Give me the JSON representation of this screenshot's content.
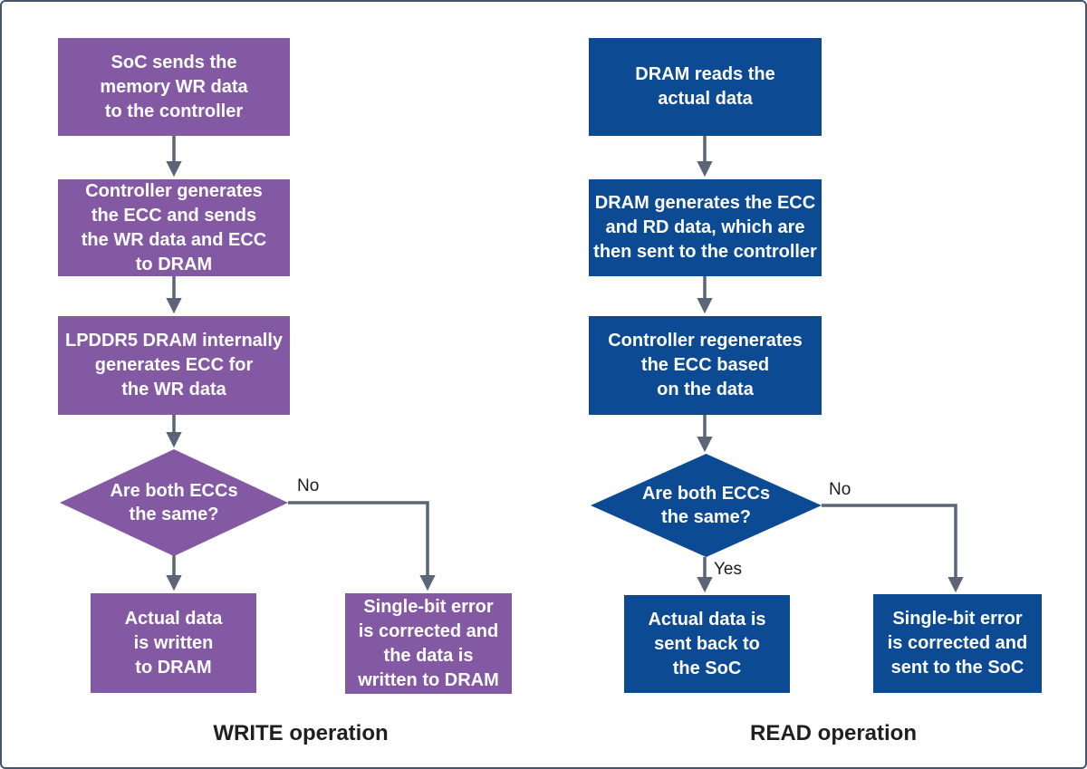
{
  "diagram": {
    "title_hint": "LPDDR5 DRAM ECC flow",
    "colors": {
      "write_box": "#8459a4",
      "read_box": "#0d4a94",
      "arrow": "#5b6577",
      "frame_border": "#44546a",
      "box_text": "#ffffff",
      "label_text": "#1c1c1c",
      "background": "#ffffff"
    },
    "write": {
      "caption": "WRITE operation",
      "steps": [
        "SoC sends the\nmemory WR data\nto the controller",
        "Controller generates\nthe ECC and sends\nthe WR data and ECC\nto DRAM",
        "LPDDR5 DRAM internally\ngenerates ECC for\nthe WR data"
      ],
      "decision": "Are both ECCs\nthe same?",
      "no_label": "No",
      "outcome_same": "Actual data\nis written\nto DRAM",
      "outcome_error": "Single-bit error\nis corrected and\nthe data is\nwritten to DRAM"
    },
    "read": {
      "caption": "READ operation",
      "steps": [
        "DRAM reads the\nactual data",
        "DRAM generates the ECC\nand RD data, which are\nthen sent to the controller",
        "Controller regenerates\nthe ECC based\non the data"
      ],
      "decision": "Are both ECCs\nthe same?",
      "yes_label": "Yes",
      "no_label": "No",
      "outcome_same": "Actual data is\nsent back to\nthe SoC",
      "outcome_error": "Single-bit error\nis corrected and\nsent to the SoC"
    }
  }
}
